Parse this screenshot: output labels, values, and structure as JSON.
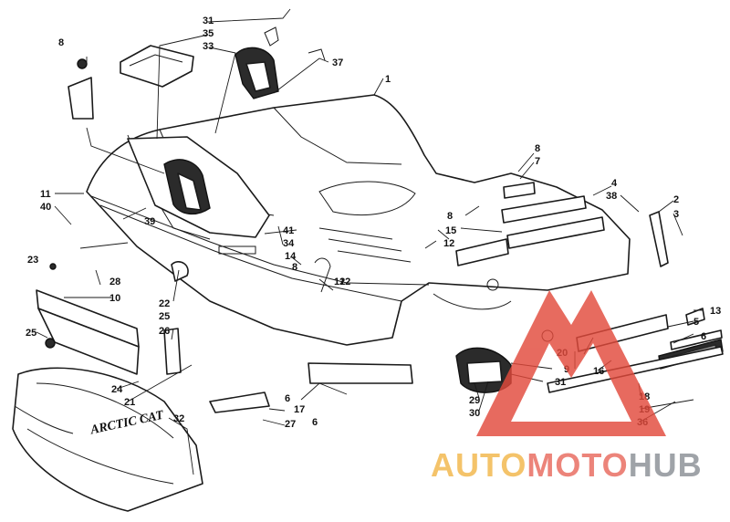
{
  "diagram": {
    "callouts": [
      "1",
      "2",
      "3",
      "4",
      "5",
      "6",
      "6",
      "6",
      "7",
      "8",
      "8",
      "8",
      "8",
      "9",
      "10",
      "11",
      "12",
      "12",
      "12",
      "13",
      "14",
      "15",
      "16",
      "17",
      "18",
      "19",
      "20",
      "21",
      "22",
      "23",
      "24",
      "25",
      "25",
      "26",
      "27",
      "28",
      "29",
      "30",
      "31",
      "31",
      "32",
      "33",
      "34",
      "35",
      "36",
      "37",
      "38",
      "39",
      "40",
      "41"
    ]
  },
  "decal_text": "ARCTIC CAT",
  "watermark": {
    "parts": [
      "AUTO",
      "MOTO",
      "HUB"
    ],
    "colors": {
      "auto": "#f2b64a",
      "moto": "#e86a5e",
      "hub": "#8a8f96",
      "triangle": "#e24a3c"
    }
  }
}
